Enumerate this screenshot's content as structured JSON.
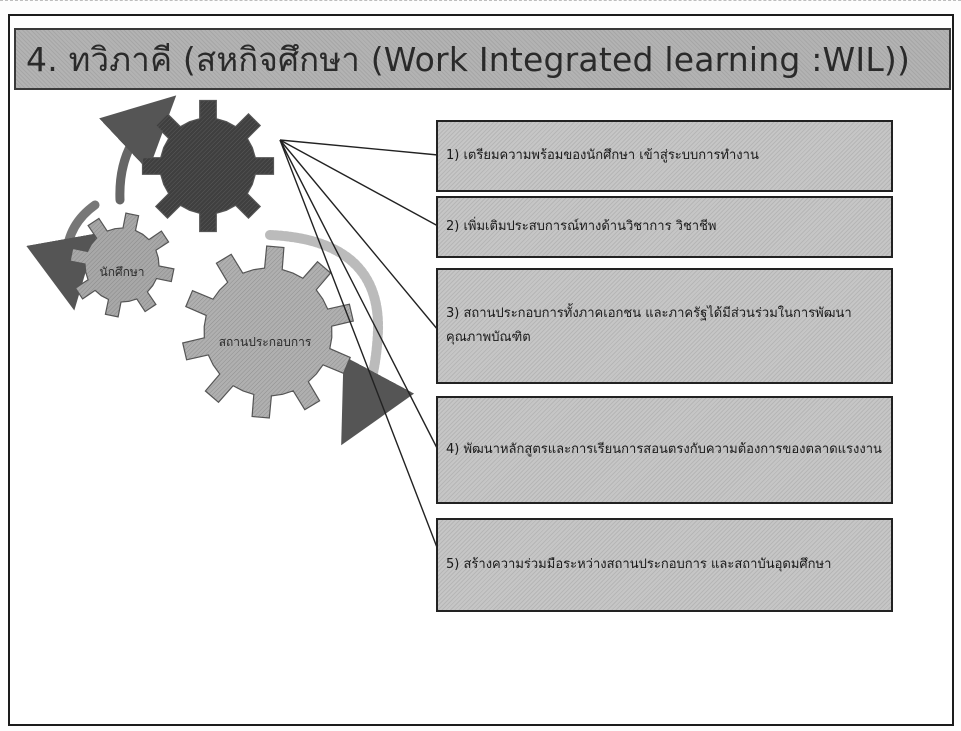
{
  "slide": {
    "title": "4. ทวิภาคี (สหกิจศึกษา (Work Integrated  learning :WIL))"
  },
  "gears": [
    {
      "label": "",
      "icon": "gear-icon"
    },
    {
      "label": "นักศึกษา",
      "icon": "gear-icon"
    },
    {
      "label": "สถานประกอบการ",
      "icon": "gear-icon"
    }
  ],
  "points": [
    {
      "text": "1) เตรียมความพร้อมของนักศึกษา เข้าสู่ระบบการทำงาน"
    },
    {
      "text": "2) เพิ่มเติมประสบการณ์ทางด้านวิชาการ วิชาชีพ"
    },
    {
      "text": "3) สถานประกอบการทั้งภาคเอกชน และภาครัฐได้มีส่วนร่วมในการพัฒนาคุณภาพบัณฑิต"
    },
    {
      "text": "4) พัฒนาหลักสูตรและการเรียนการสอนตรงกับความต้องการของตลาดแรงงาน"
    },
    {
      "text": "5) สร้างความร่วมมือระหว่างสถานประกอบการ และสถาบันอุดมศึกษา"
    }
  ],
  "colors": {
    "gear_dark": "#444444",
    "gear_mid": "#9a9a9a",
    "gear_light": "#b6b6b6",
    "box_fill": "#c6c6c6",
    "title_fill": "#b3b3b3"
  }
}
